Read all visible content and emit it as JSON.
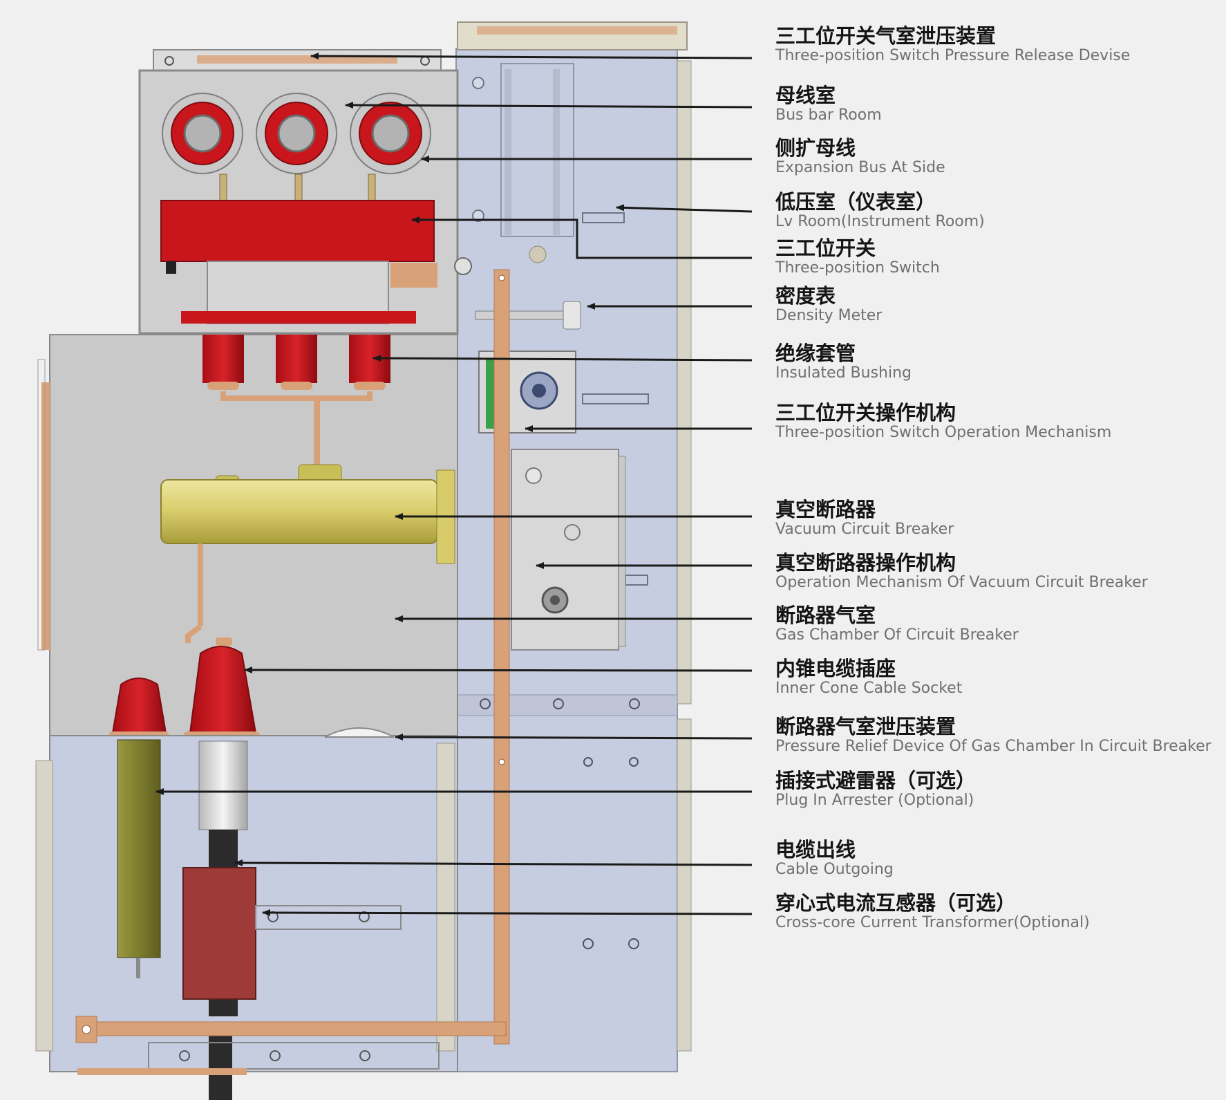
{
  "colors": {
    "background": "#f0f0f0",
    "panel_blue": "#c6cde0",
    "panel_grey": "#c9c9ca",
    "copper": "#d9a178",
    "insulator_red": "#c8161c",
    "bushing_red": "#b8101a",
    "breaker_yellow": "#d8cc6a",
    "arrester_green": "#7d7c2e",
    "ct_red": "#9e3b38",
    "leader_line": "#1a1a1a",
    "label_zh": "#141414",
    "label_en": "#6f6f6f"
  },
  "labels": [
    {
      "zh": "三工位开关气室泄压装置",
      "en": "Three-position Switch Pressure Release Devise"
    },
    {
      "zh": "母线室",
      "en": "Bus bar Room"
    },
    {
      "zh": "侧扩母线",
      "en": "Expansion Bus At Side"
    },
    {
      "zh": "低压室（仪表室）",
      "en": "Lv Room(Instrument Room)"
    },
    {
      "zh": "三工位开关",
      "en": "Three-position Switch"
    },
    {
      "zh": "密度表",
      "en": "Density Meter"
    },
    {
      "zh": "绝缘套管",
      "en": "Insulated Bushing"
    },
    {
      "zh": "三工位开关操作机构",
      "en": "Three-position Switch Operation Mechanism"
    },
    {
      "zh": "真空断路器",
      "en": "Vacuum Circuit Breaker"
    },
    {
      "zh": "真空断路器操作机构",
      "en": "Operation Mechanism Of Vacuum Circuit Breaker"
    },
    {
      "zh": "断路器气室",
      "en": "Gas Chamber Of Circuit Breaker"
    },
    {
      "zh": "内锥电缆插座",
      "en": "Inner Cone Cable Socket"
    },
    {
      "zh": "断路器气室泄压装置",
      "en": "Pressure Relief Device Of Gas Chamber In Circuit Breaker"
    },
    {
      "zh": "插接式避雷器（可选）",
      "en": "Plug In Arrester (Optional)"
    },
    {
      "zh": "电缆出线",
      "en": "Cable Outgoing"
    },
    {
      "zh": "穿心式电流互感器（可选）",
      "en": "Cross-core Current Transformer(Optional)"
    }
  ]
}
